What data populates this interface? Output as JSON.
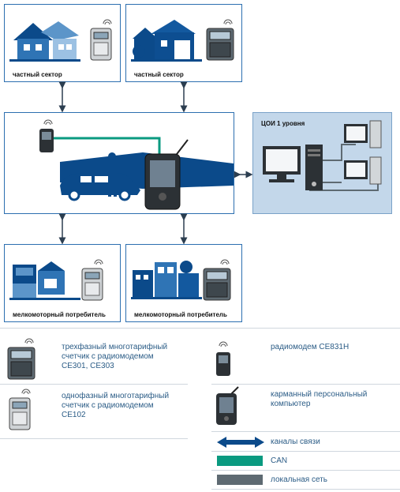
{
  "nodes": {
    "private_sector_1": "частный сектор",
    "private_sector_2": "частный сектор",
    "small_consumer_1": "мелкомоторный потребитель",
    "small_consumer_2": "мелкомоторный потребитель",
    "coi": "ЦОИ 1 уровня"
  },
  "legend": {
    "three_phase": [
      "трехфазный многотарифный",
      "счетчик с радиомодемом",
      "CE301, CE303"
    ],
    "single_phase": [
      "однофазный многотарифный",
      "счетчик с радиомодемом",
      "CE102"
    ],
    "radiomodem": "радиомодем CE831H",
    "pda": [
      "карманный персональный",
      "компьютер"
    ],
    "channels": "каналы связи",
    "can": "CAN",
    "lan": "локальная сеть"
  },
  "colors": {
    "border_blue": "#2c6fb0",
    "dark_blue": "#0b4a8a",
    "coi_bg": "#c3d7ea",
    "can_green": "#0a9a80",
    "lan_gray": "#5e6a72",
    "legend_text": "#2b5c86"
  }
}
